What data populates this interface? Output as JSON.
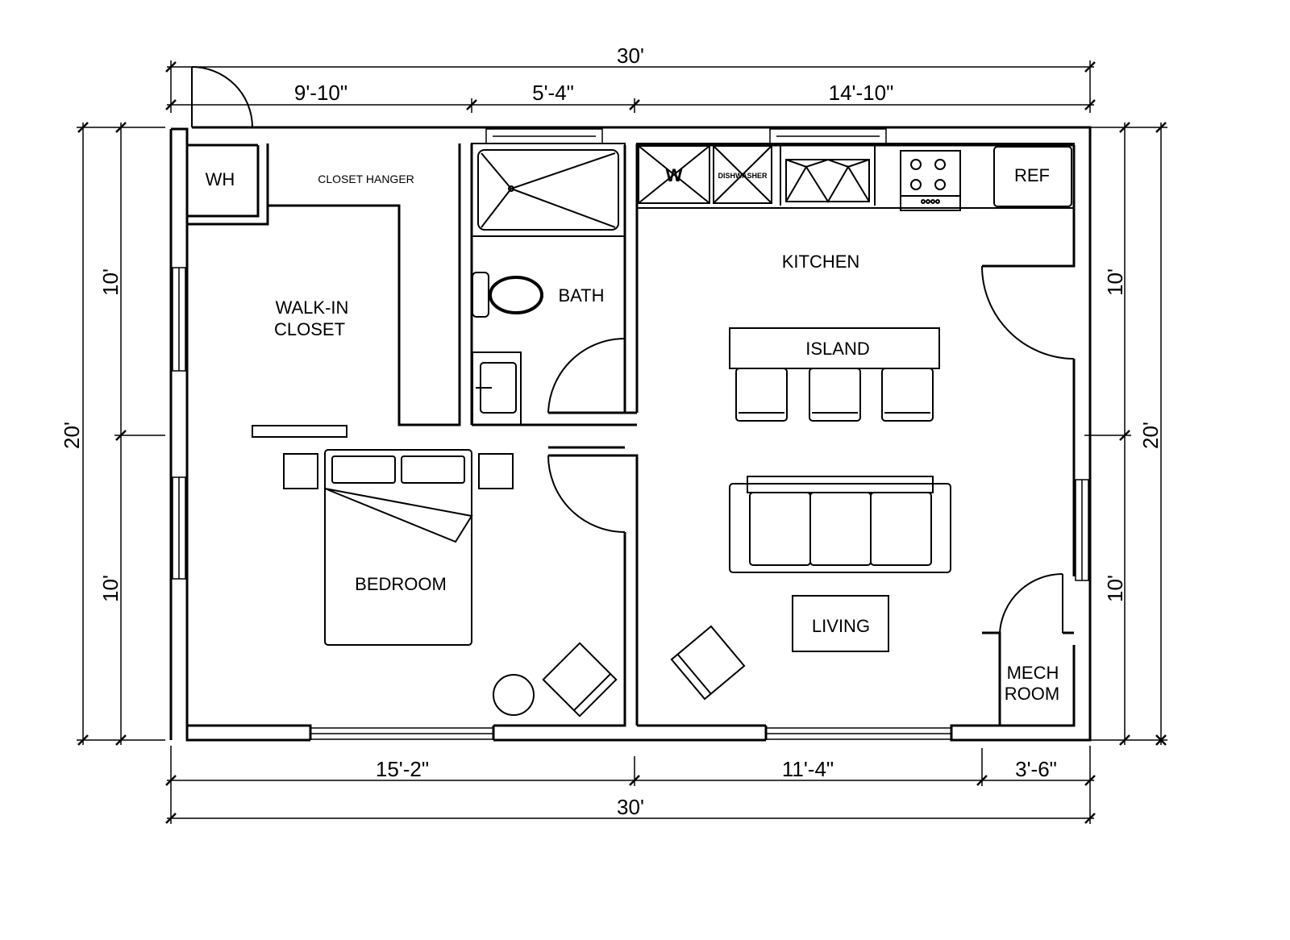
{
  "dimensions": {
    "top_total": "30'",
    "top_segments": [
      "9'-10\"",
      "5'-4\"",
      "14'-10\""
    ],
    "bottom_segments": [
      "15'-2\"",
      "11'-4\"",
      "3'-6\""
    ],
    "bottom_total": "30'",
    "left_total": "20'",
    "left_segments": [
      "10'",
      "10'"
    ],
    "right_segments": [
      "10'",
      "10'"
    ],
    "right_total": "20'"
  },
  "rooms": {
    "wh": "WH",
    "closet_hanger": "CLOSET HANGER",
    "walkin_line1": "WALK-IN",
    "walkin_line2": "CLOSET",
    "bath": "BATH",
    "kitchen": "KITCHEN",
    "island": "ISLAND",
    "bedroom": "BEDROOM",
    "living": "LIVING",
    "mech_line1": "MECH",
    "mech_line2": "ROOM"
  },
  "appliances": {
    "washer": "W",
    "dishwasher": "DISHWASHER",
    "ref": "REF"
  }
}
